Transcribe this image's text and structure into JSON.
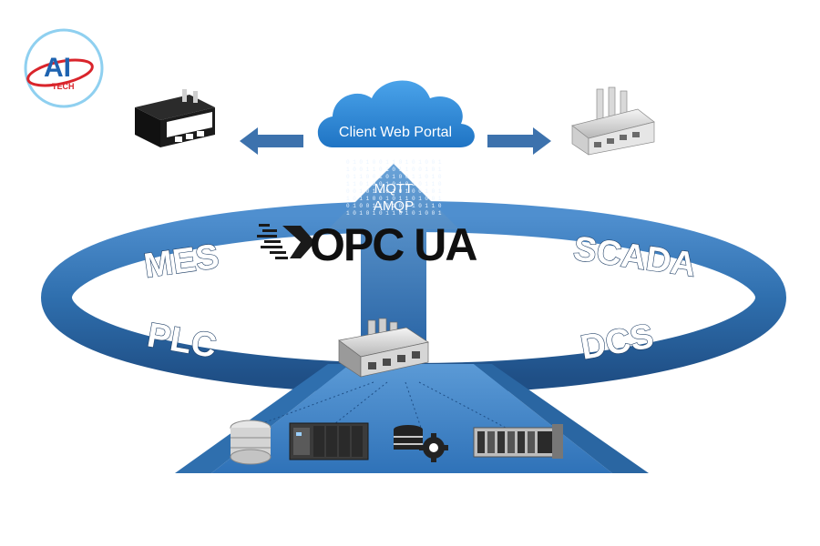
{
  "logo": {
    "mark": "AI",
    "sub": "TECH"
  },
  "cloud": {
    "label": "Client Web Portal"
  },
  "protocols": {
    "line1": "MQTT",
    "line2": "AMQP"
  },
  "hub": {
    "label": "OPC UA"
  },
  "ring": {
    "top_left": "MES",
    "top_right": "SCADA",
    "bottom_left": "PLC",
    "bottom_right": "DCS"
  },
  "colors": {
    "ring": "#2f6fae",
    "ring_dark": "#1f4f86",
    "arrow": "#3a74b3",
    "cloud": "#2e8ad6",
    "base": "#3f86c9",
    "logo_red": "#d9242b",
    "logo_blue": "#1e63b0"
  },
  "icons": [
    "factory-left-icon",
    "factory-right-icon",
    "central-factory-icon",
    "database-icon",
    "plc-controller-icon",
    "data-settings-icon",
    "io-module-rack-icon"
  ]
}
